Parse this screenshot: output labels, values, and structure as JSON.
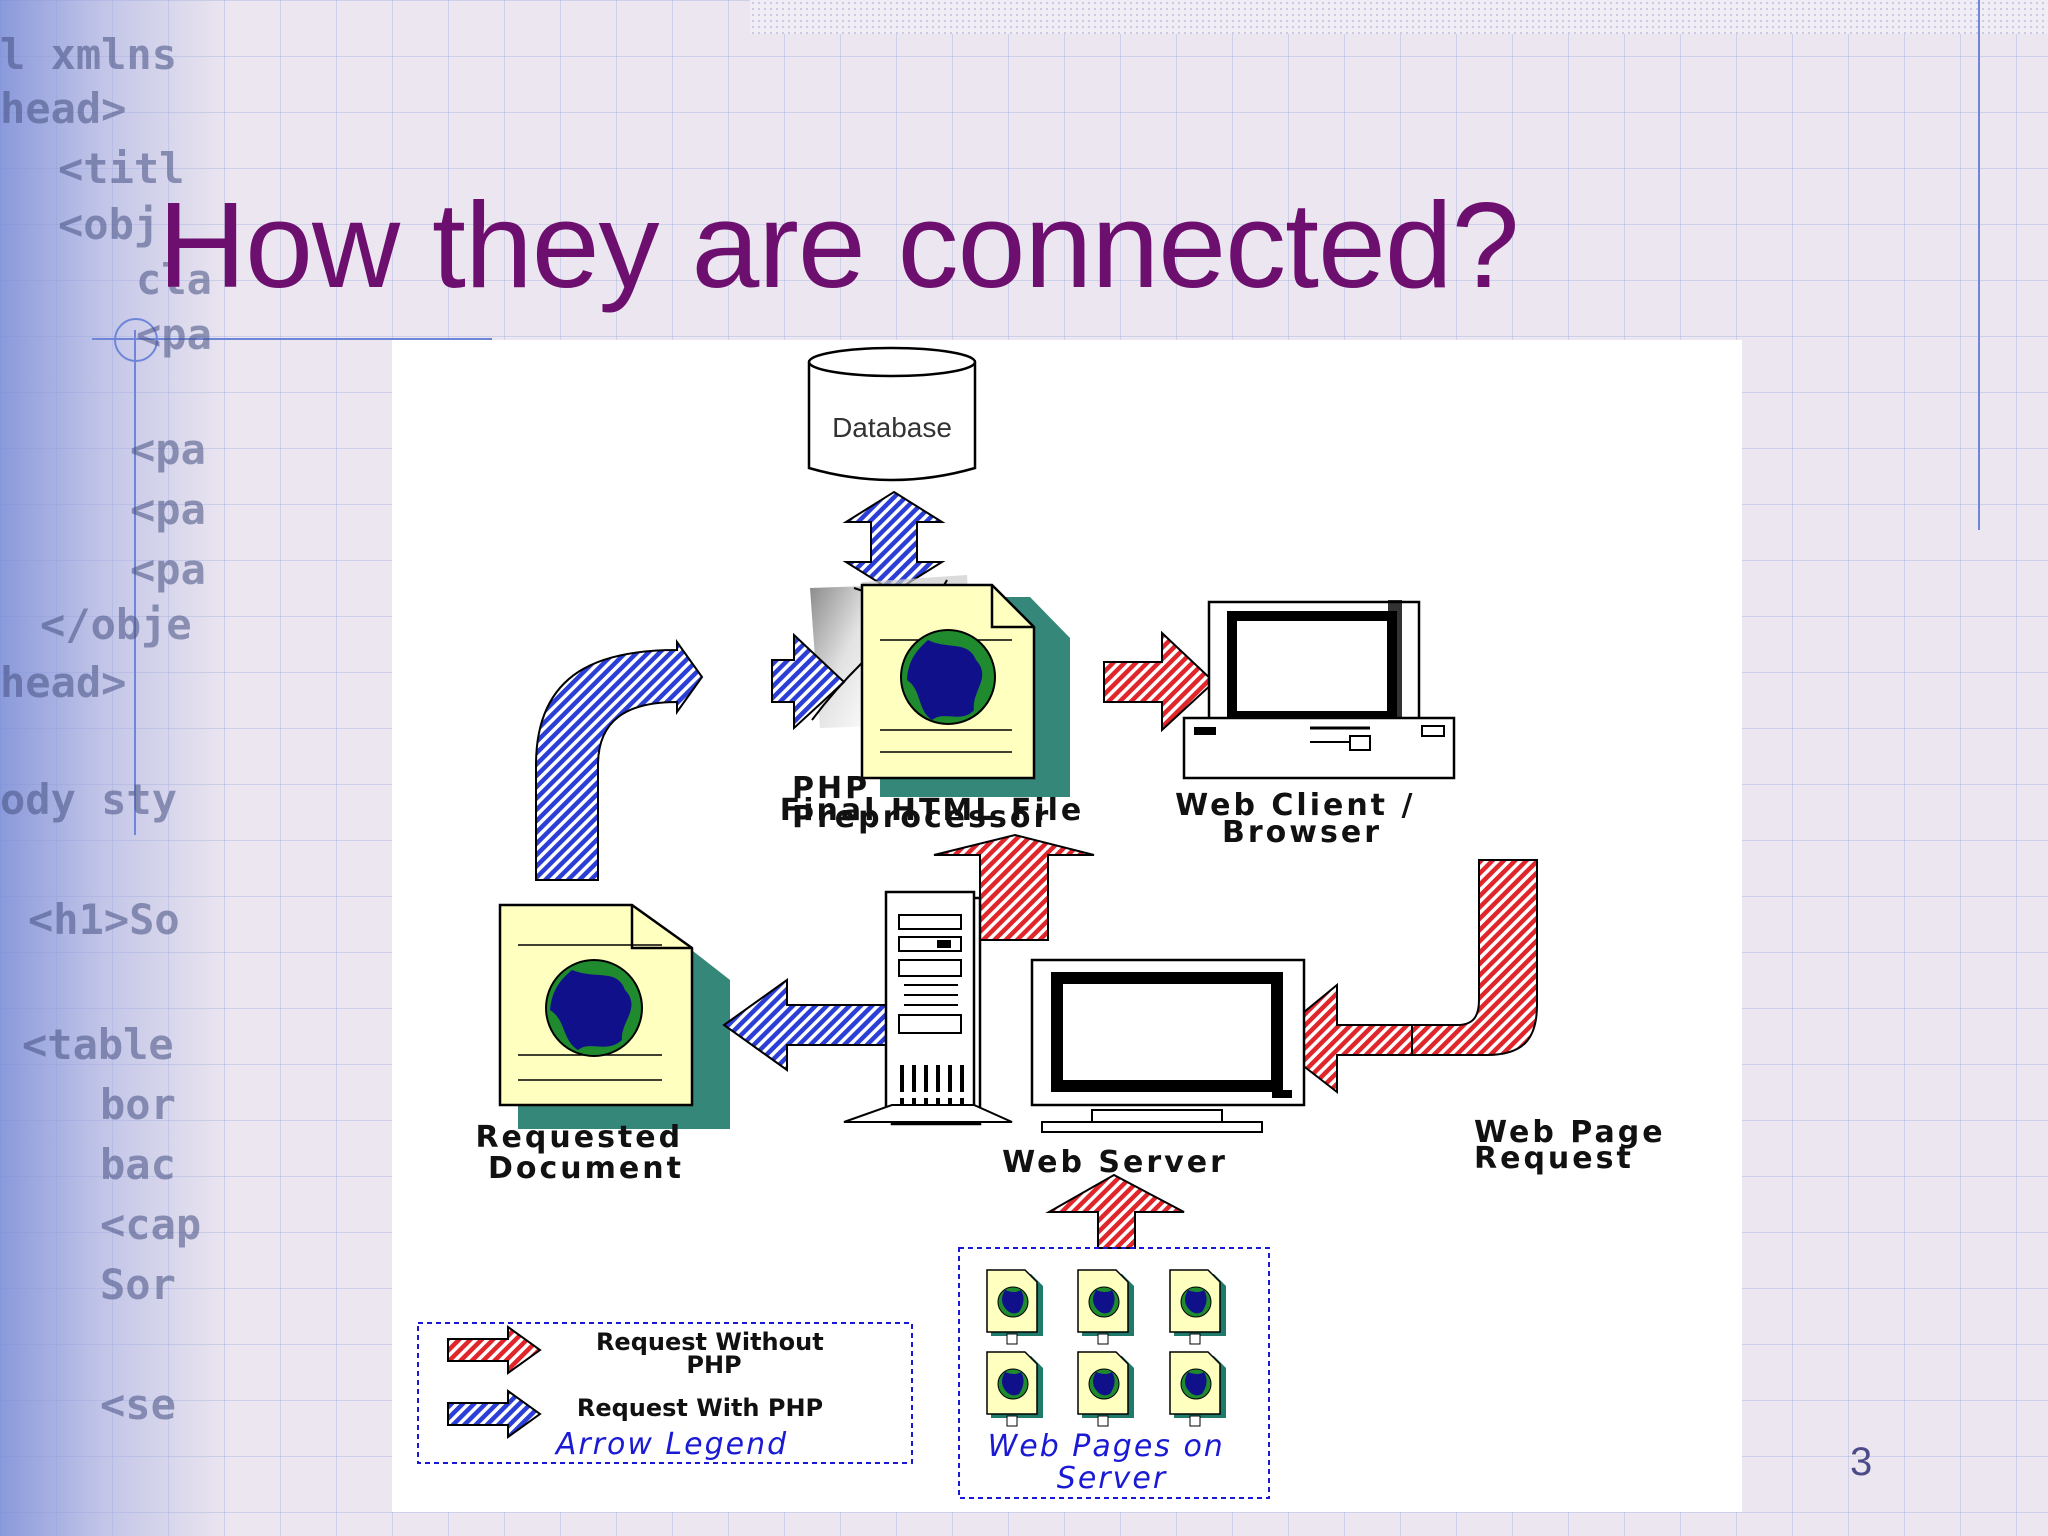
{
  "slide": {
    "title": "How they are connected?",
    "page_number": "3"
  },
  "background_code": [
    "l xmlns",
    "head>",
    "<titl",
    "<obj",
    "cla",
    "<pa",
    "<pa",
    "<pa",
    "<pa",
    "</obje",
    "head>",
    "ody sty",
    "<h1>So",
    "<table",
    "bor",
    "bac",
    "<cap",
    "Sor",
    "<se"
  ],
  "diagram": {
    "database_label": "Database",
    "php_preprocessor": [
      "PHP",
      "Preprocessor"
    ],
    "final_html_file": "Final HTML File",
    "web_client": [
      "Web Client /",
      "Browser"
    ],
    "requested_document": [
      "Requested",
      "Document"
    ],
    "web_server": "Web Server",
    "web_page_request": [
      "Web Page",
      "Request"
    ],
    "legend": {
      "red_label": [
        "Request Without",
        "PHP"
      ],
      "blue_label": "Request With PHP",
      "title": "Arrow Legend"
    },
    "web_pages_on_server": [
      "Web Pages on",
      "Server"
    ]
  },
  "colors": {
    "title": "#6c0f6e",
    "red_arrow": "#e0262b",
    "blue_arrow": "#2b3fd6",
    "document_fill": "#ffffbf",
    "globe_green": "#1f8a2e",
    "globe_blue": "#10108a",
    "legend_blue": "#1a1ad4"
  }
}
